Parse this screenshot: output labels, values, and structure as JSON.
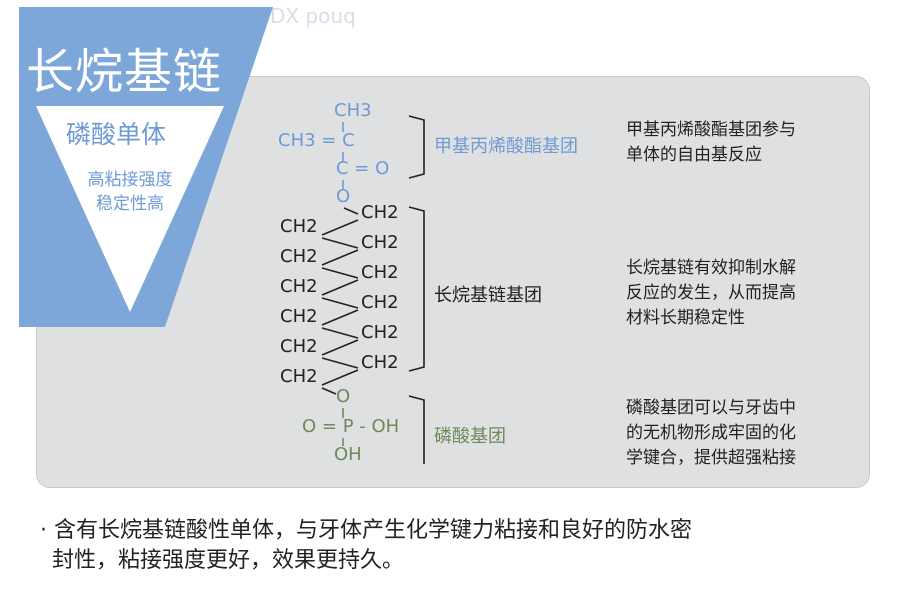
{
  "banner": {
    "title": "长烷基链",
    "subtitle": "磷酸单体",
    "features": [
      "高粘接强度",
      "稳定性高"
    ]
  },
  "watermark": "DX pouq",
  "formula": {
    "methacrylate": {
      "ch3_top": "CH3",
      "ch3_left": "CH3",
      "c1": "C",
      "c2": "C",
      "o_double": "O",
      "o_ester": "O"
    },
    "chain_left": [
      "CH2",
      "CH2",
      "CH2",
      "CH2",
      "CH2",
      "CH2"
    ],
    "chain_right": [
      "CH2",
      "CH2",
      "CH2",
      "CH2",
      "CH2",
      "CH2"
    ],
    "phosphate": {
      "o_link": "O",
      "o_double": "O",
      "p": "P",
      "oh1": "OH",
      "oh2": "OH"
    }
  },
  "groups": [
    {
      "label": "甲基丙烯酸酯基团",
      "color": "#6f9bd4",
      "description": [
        "甲基丙烯酸酯基团参与",
        "单体的自由基反应"
      ]
    },
    {
      "label": "长烷基链基团",
      "color": "#222222",
      "description": [
        "长烷基链有效抑制水解",
        "反应的发生，从而提高",
        "材料长期稳定性"
      ]
    },
    {
      "label": "磷酸基团",
      "color": "#6e8a5a",
      "description": [
        "磷酸基团可以与牙齿中",
        "的无机物形成牢固的化",
        "学键合，提供超强粘接"
      ]
    }
  ],
  "footer": [
    "· 含有长烷基链酸性单体，与牙体产生化学键力粘接和良好的防水密",
    "封性，粘接强度更好，效果更持久。"
  ]
}
